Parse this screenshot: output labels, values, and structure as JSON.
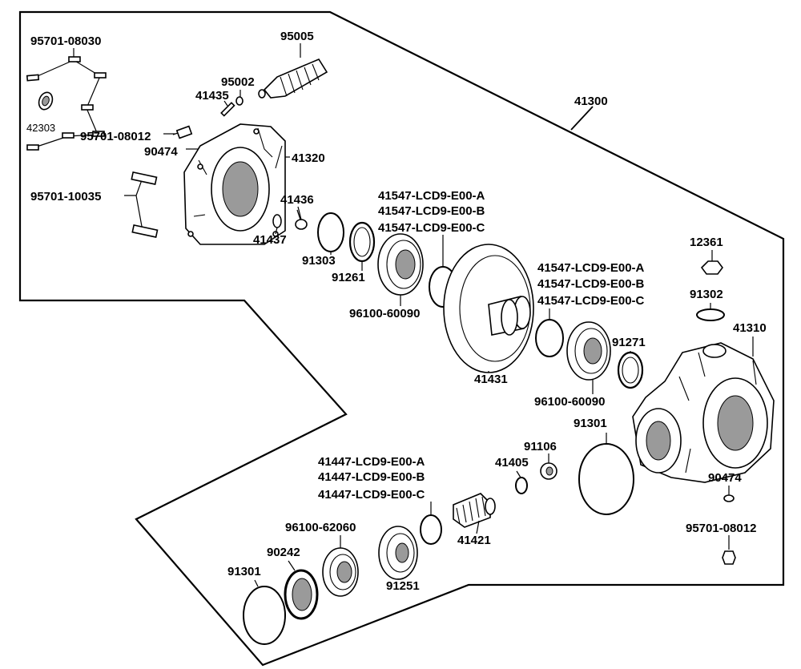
{
  "labels": {
    "p95701_08030": "95701-08030",
    "p42303": "42303",
    "p95701_08012a": "95701-08012",
    "p90474a": "90474",
    "p95701_10035": "95701-10035",
    "p95005": "95005",
    "p95002": "95002",
    "p41435": "41435",
    "p41320": "41320",
    "p41436": "41436",
    "p41437": "41437",
    "p91303": "91303",
    "p91261": "91261",
    "p96100_60090a": "96100-60090",
    "p41547a_A": "41547-LCD9-E00-A",
    "p41547a_B": "41547-LCD9-E00-B",
    "p41547a_C": "41547-LCD9-E00-C",
    "p41300": "41300",
    "p41431": "41431",
    "p41547b_A": "41547-LCD9-E00-A",
    "p41547b_B": "41547-LCD9-E00-B",
    "p41547b_C": "41547-LCD9-E00-C",
    "p12361": "12361",
    "p91302": "91302",
    "p41310": "41310",
    "p91271": "91271",
    "p96100_60090b": "96100-60090",
    "p91301a": "91301",
    "p91106": "91106",
    "p41405": "41405",
    "p41447_A": "41447-LCD9-E00-A",
    "p41447_B": "41447-LCD9-E00-B",
    "p41447_C": "41447-LCD9-E00-C",
    "p96100_62060": "96100-62060",
    "p41421": "41421",
    "p90242": "90242",
    "p91301b": "91301",
    "p91251": "91251",
    "p90474b": "90474",
    "p95701_08012b": "95701-08012"
  }
}
